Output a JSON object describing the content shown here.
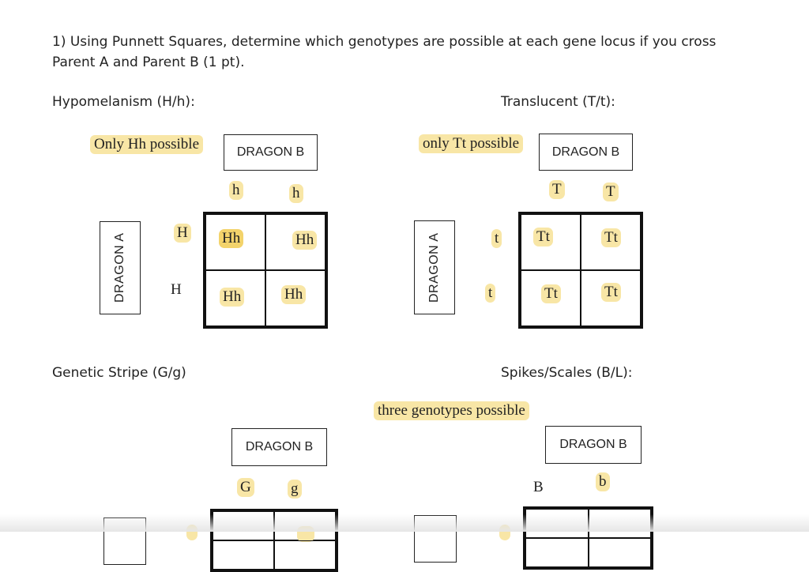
{
  "question": {
    "line1": "1) Using Punnett Squares, determine which genotypes are possible at each gene locus if you cross",
    "line2": "Parent A and Parent B (1 pt)."
  },
  "sections": {
    "hypo": {
      "title": "Hypomelanism (H/h):",
      "note": "Only Hh possible",
      "parent_b_label": "DRAGON B",
      "parent_a_label": "DRAGON A",
      "b_alleles": [
        "h",
        "h"
      ],
      "a_alleles": [
        "H",
        "H"
      ],
      "cells": [
        "Hh",
        "Hh",
        "Hh",
        "Hh"
      ]
    },
    "trans": {
      "title": "Translucent (T/t):",
      "note": "only Tt possible",
      "parent_b_label": "DRAGON B",
      "parent_a_label": "DRAGON A",
      "b_alleles": [
        "T",
        "T"
      ],
      "a_alleles": [
        "t",
        "t"
      ],
      "cells": [
        "Tt",
        "Tt",
        "Tt",
        "Tt"
      ]
    },
    "stripe": {
      "title": "Genetic Stripe (G/g)",
      "parent_b_label": "DRAGON B",
      "b_alleles": [
        "G",
        "g"
      ]
    },
    "spikes": {
      "title": "Spikes/Scales (B/L):",
      "note": "three genotypes possible",
      "parent_b_label": "DRAGON B",
      "b_alleles": [
        "B",
        "b"
      ]
    }
  }
}
